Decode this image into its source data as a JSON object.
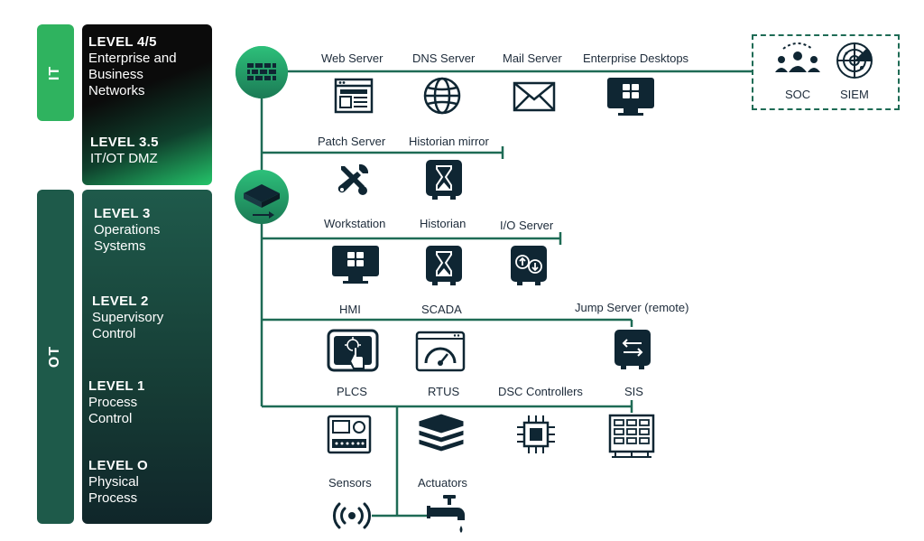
{
  "sidebar": {
    "it_tab": "IT",
    "ot_tab": "OT",
    "levels": [
      {
        "title": "LEVEL 4/5",
        "sub": [
          "Enterprise and",
          "Business",
          "Networks"
        ]
      },
      {
        "title": "LEVEL 3.5",
        "sub": [
          "IT/OT DMZ"
        ]
      },
      {
        "title": "LEVEL 3",
        "sub": [
          "Operations",
          "Systems"
        ]
      },
      {
        "title": "LEVEL 2",
        "sub": [
          "Supervisory",
          "Control"
        ]
      },
      {
        "title": "LEVEL 1",
        "sub": [
          "Process",
          "Control"
        ]
      },
      {
        "title": "LEVEL O",
        "sub": [
          "Physical",
          "Process"
        ]
      }
    ]
  },
  "nodes": {
    "web_server": "Web Server",
    "dns_server": "DNS Server",
    "mail_server": "Mail Server",
    "enterprise_desktops": "Enterprise Desktops",
    "soc": "SOC",
    "siem": "SIEM",
    "patch_server": "Patch Server",
    "historian_mirror": "Historian mirror",
    "workstation": "Workstation",
    "historian": "Historian",
    "io_server": "I/O Server",
    "hmi": "HMI",
    "scada": "SCADA",
    "jump_server": "Jump Server (remote)",
    "plcs": "PLCS",
    "rtus": "RTUS",
    "dsc_controllers": "DSC Controllers",
    "sis": "SIS",
    "sensors": "Sensors",
    "actuators": "Actuators"
  },
  "icons": [
    "firewall-icon",
    "switch-icon",
    "browser-window-icon",
    "globe-icon",
    "envelope-icon",
    "monitor-icon",
    "soc-team-icon",
    "radar-icon",
    "tools-icon",
    "hourglass-icon",
    "io-icon",
    "plc-icon",
    "gauge-icon",
    "jump-arrows-icon",
    "chip-icon",
    "server-rack-icon",
    "meter-panel-icon",
    "stack-icon",
    "signal-icon",
    "faucet-icon"
  ],
  "colors": {
    "line": "#1e6b55",
    "dark": "#0f2633",
    "green": "#22b573",
    "ot_bg": "#1e5145"
  }
}
